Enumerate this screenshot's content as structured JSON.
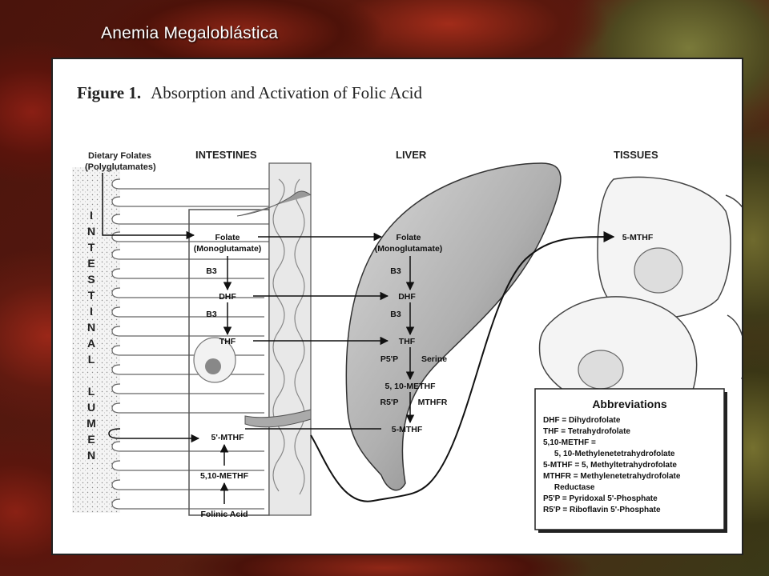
{
  "slide_title": "Anemia Megaloblástica",
  "figure": {
    "label": "Figure 1.",
    "title": "Absorption and Activation of Folic Acid"
  },
  "sections": {
    "intestines": "INTESTINES",
    "liver": "LIVER",
    "tissues": "TISSUES"
  },
  "dietary": {
    "line1": "Dietary Folates",
    "line2": "(Polyglutamates)"
  },
  "lumen_letters": [
    "I",
    "N",
    "T",
    "E",
    "S",
    "T",
    "I",
    "N",
    "A",
    "L",
    "",
    "L",
    "U",
    "M",
    "E",
    "N"
  ],
  "intestine_nodes": {
    "folate1": "Folate",
    "folate2": "(Monoglutamate)",
    "b3a": "B3",
    "dhf": "DHF",
    "b3b": "B3",
    "thf": "THF",
    "mthf": "5'-MTHF",
    "methf": "5,10-METHF",
    "folinic": "Folinic Acid"
  },
  "liver_nodes": {
    "folate1": "Folate",
    "folate2": "(Monoglutamate)",
    "b3a": "B3",
    "dhf": "DHF",
    "b3b": "B3",
    "thf": "THF",
    "p5p": "P5'P",
    "serine": "Serine",
    "methf": "5, 10-METHF",
    "r5p": "R5'P",
    "mthfr": "MTHFR",
    "mthf": "5-MTHF"
  },
  "tissue_nodes": {
    "mthf": "5-MTHF"
  },
  "abbreviations": {
    "heading": "Abbreviations",
    "lines": [
      "DHF = Dihydrofolate",
      "THF = Tetrahydrofolate",
      "5,10-METHF =",
      "     5, 10-Methylenetetrahydrofolate",
      "5-MTHF = 5, Methyltetrahydrofolate",
      "MTHFR = Methylenetetrahydrofolate",
      "     Reductase",
      "P5'P = Pyridoxal 5'-Phosphate",
      "R5'P = Riboflavin 5'-Phosphate"
    ]
  }
}
